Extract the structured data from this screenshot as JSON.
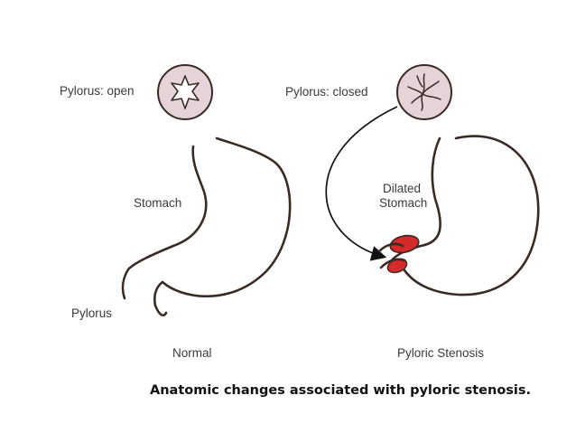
{
  "labels": {
    "pylorus_open": "Pylorus: open",
    "pylorus_closed": "Pylorus: closed",
    "stomach": "Stomach",
    "dilated_line1": "Dilated",
    "dilated_line2": "Stomach",
    "pylorus": "Pylorus",
    "normal": "Normal",
    "pyloric_stenosis": "Pyloric Stenosis"
  },
  "caption": "Anatomic changes associated with pyloric stenosis.",
  "colors": {
    "outline": "#3a2a26",
    "mucosa_fill": "#e4d4d8",
    "muscle_red": "#d42a2a",
    "text": "#3a3a3a"
  }
}
